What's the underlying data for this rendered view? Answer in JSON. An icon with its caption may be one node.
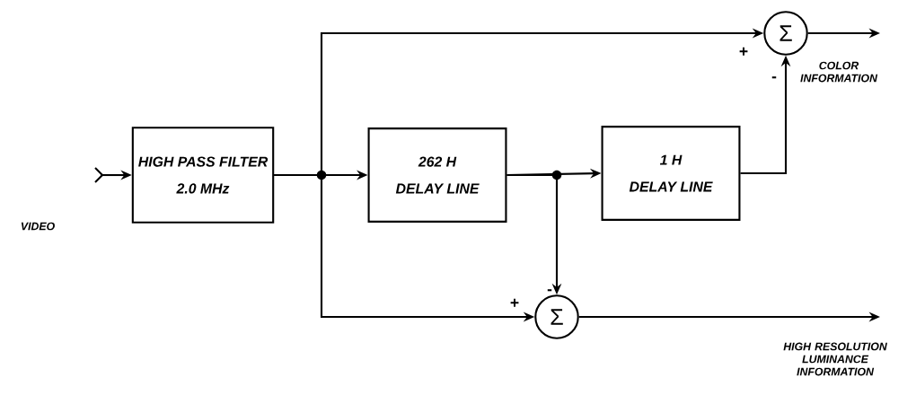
{
  "diagram": {
    "nodes": [
      {
        "text": [
          "HIGH PASS FILTER",
          "2.0 MHz"
        ]
      },
      {
        "text": [
          "262 H",
          "DELAY LINE"
        ]
      },
      {
        "text": [
          "1 H",
          "DELAY LINE"
        ]
      },
      {
        "text": [
          "Σ"
        ]
      },
      {
        "text": [
          "Σ"
        ]
      }
    ],
    "edges": [
      {
        "from": null,
        "to": 0,
        "arrow": "to"
      },
      {
        "from": 0,
        "to": 1,
        "arrow": "to"
      },
      {
        "from": 0,
        "to": 3,
        "arrow": "to"
      },
      {
        "from": 0,
        "to": 4,
        "arrow": "to"
      },
      {
        "from": 1,
        "to": 2,
        "arrow": "to"
      },
      {
        "from": 1,
        "to": 4,
        "arrow": "to"
      },
      {
        "from": 2,
        "to": 3,
        "arrow": "to"
      },
      {
        "from": 3,
        "to": null,
        "arrow": "to"
      },
      {
        "from": 4,
        "to": null,
        "arrow": "to"
      }
    ],
    "labels": [
      "+",
      "-",
      "COLOR INFORMATION",
      "VIDEO",
      "-",
      "+",
      "HIGH RESOLUTION LUMINANCE INFORMATION"
    ]
  }
}
